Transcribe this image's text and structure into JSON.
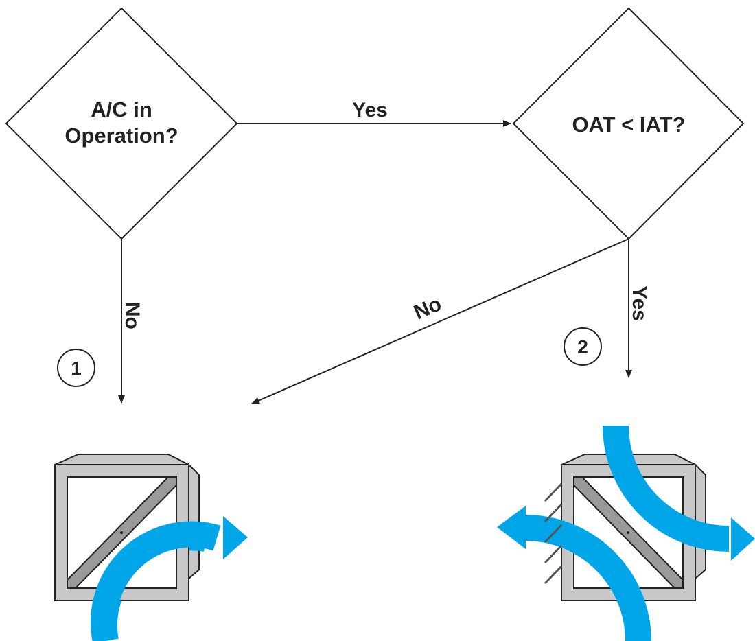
{
  "decisions": {
    "ac_in_operation": {
      "line1": "A/C in",
      "line2": "Operation?"
    },
    "oat_lt_iat": {
      "label": "OAT < IAT?"
    }
  },
  "edges": {
    "ac_yes": "Yes",
    "ac_no": "No",
    "oat_yes": "Yes",
    "oat_no": "No"
  },
  "outcomes": {
    "outcome_1": "1",
    "outcome_2": "2"
  },
  "colors": {
    "airflow": "#00a6e8",
    "frame": "#c8c8c8",
    "divider": "#9a9a9a",
    "line": "#222222"
  }
}
